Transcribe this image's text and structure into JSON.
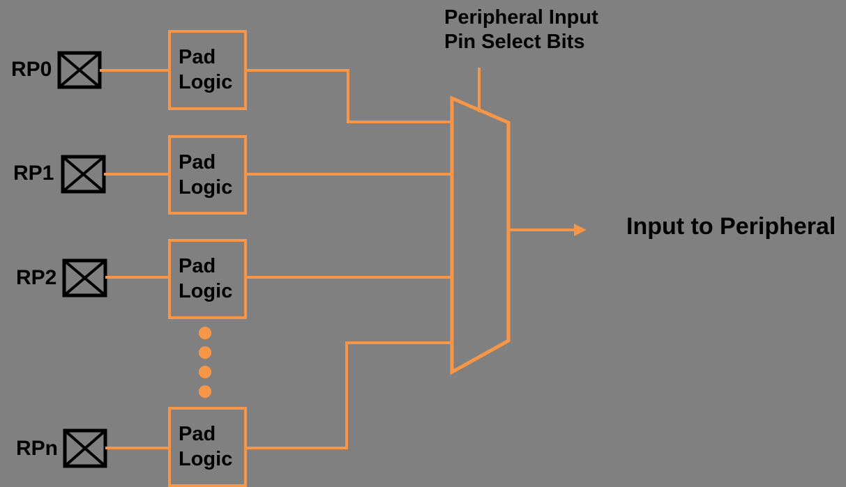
{
  "colors": {
    "background": "#808080",
    "accent": "#F79646",
    "ink": "#000000"
  },
  "labels": {
    "select_line1": "Peripheral Input",
    "select_line2": "Pin Select Bits",
    "output": "Input to Peripheral",
    "pad_line1": "Pad",
    "pad_line2": "Logic"
  },
  "pins": [
    {
      "label": "RP0"
    },
    {
      "label": "RP1"
    },
    {
      "label": "RP2"
    },
    {
      "label": "RPn"
    }
  ],
  "icons": {
    "pad_symbol": "io-pad-x-box-icon",
    "mux": "multiplexer-trapezoid",
    "continuation": "vertical-ellipsis-dots",
    "output_arrow": "right-arrow"
  }
}
